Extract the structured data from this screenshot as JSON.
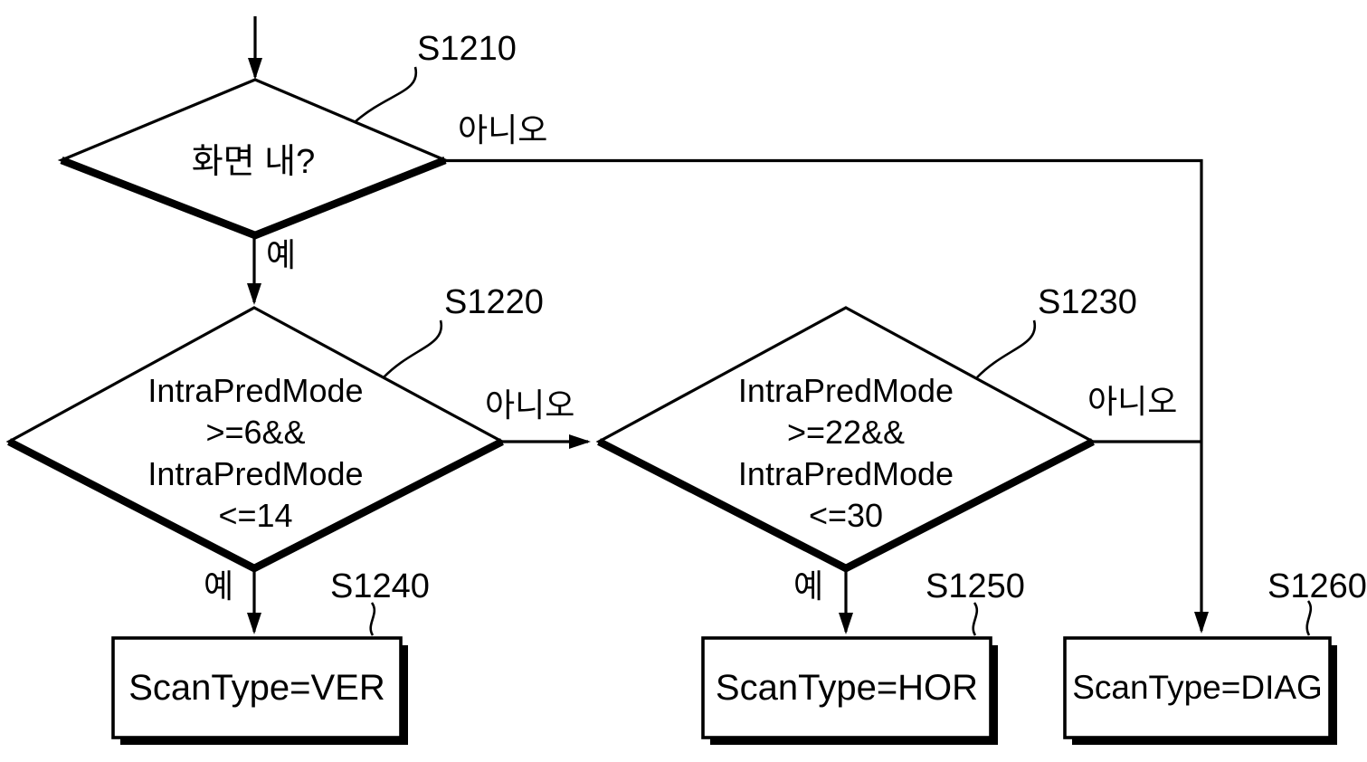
{
  "flowchart": {
    "colors": {
      "ink": "#000000",
      "background": "#ffffff"
    },
    "branch_labels": {
      "yes": "예",
      "no": "아니오"
    },
    "decisions": [
      {
        "step_label": "S1210",
        "lines": [
          "화면 내?"
        ]
      },
      {
        "step_label": "S1220",
        "lines": [
          "IntraPredMode",
          ">=6&&",
          "IntraPredMode",
          "<=14"
        ]
      },
      {
        "step_label": "S1230",
        "lines": [
          "IntraPredMode",
          ">=22&&",
          "IntraPredMode",
          "<=30"
        ]
      }
    ],
    "results": [
      {
        "step_label": "S1240",
        "text": "ScanType=VER"
      },
      {
        "step_label": "S1250",
        "text": "ScanType=HOR"
      },
      {
        "step_label": "S1260",
        "text": "ScanType=DIAG"
      }
    ]
  }
}
